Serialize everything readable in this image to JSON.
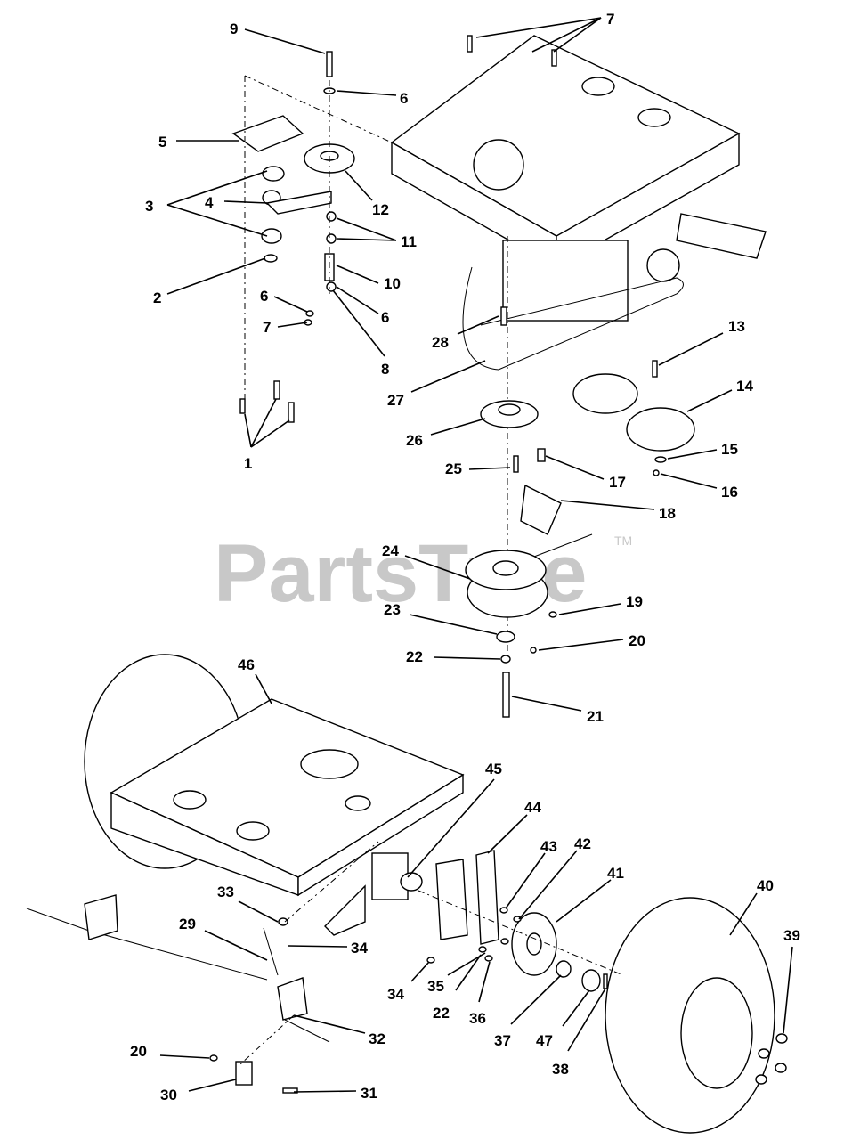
{
  "watermark": {
    "brand": "PartsTree",
    "trademark": "TM"
  },
  "callouts": [
    "1",
    "2",
    "3",
    "4",
    "5",
    "6",
    "7",
    "8",
    "9",
    "10",
    "11",
    "12",
    "13",
    "14",
    "15",
    "16",
    "17",
    "18",
    "19",
    "20",
    "21",
    "22",
    "23",
    "24",
    "25",
    "26",
    "27",
    "28",
    "29",
    "30",
    "31",
    "32",
    "33",
    "34",
    "35",
    "36",
    "37",
    "38",
    "39",
    "40",
    "41",
    "42",
    "43",
    "44",
    "45",
    "46",
    "47"
  ],
  "duplicate_callouts": {
    "six_b": "6",
    "six_c": "6",
    "seven_b": "7",
    "twenty_b": "20",
    "twenty_two_b": "22",
    "thirty_four_b": "34"
  },
  "colors": {
    "line": "#000000",
    "background": "#ffffff",
    "watermark": "#c8c8c8"
  }
}
